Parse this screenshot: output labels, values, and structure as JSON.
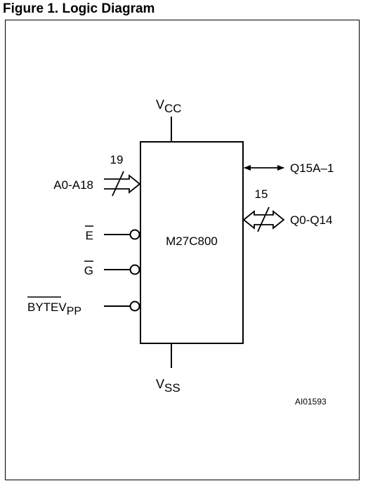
{
  "title": "Figure 1. Logic Diagram",
  "chip": {
    "name": "M27C800"
  },
  "power": {
    "vcc_main": "V",
    "vcc_sub": "CC",
    "vss_main": "V",
    "vss_sub": "SS"
  },
  "inputs": {
    "address_label": "A0-A18",
    "address_width": "19",
    "e_label": "E",
    "g_label": "G",
    "byte_label": "BYTE",
    "vpp_main": "V",
    "vpp_sub": "PP"
  },
  "outputs": {
    "q15_label": "Q15A–1",
    "data_label": "Q0-Q14",
    "data_width": "15"
  },
  "figure_code": "AI01593"
}
